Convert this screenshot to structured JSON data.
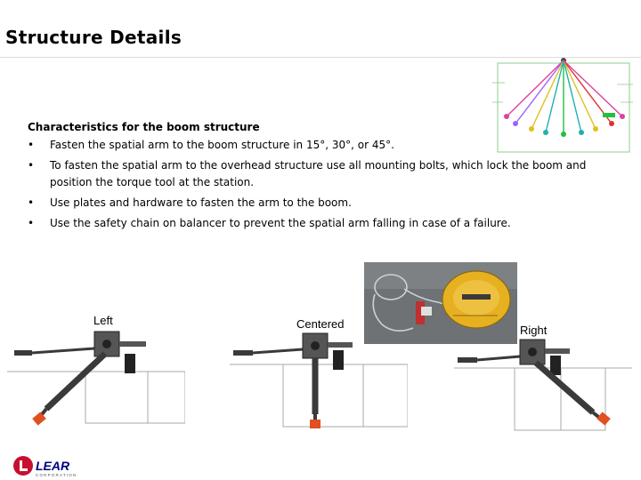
{
  "title": "Structure Details",
  "subhead": "Characteristics for the boom structure",
  "bullet_char": "•",
  "bullets": [
    "Fasten the spatial arm to the boom structure in 15°, 30°, or 45°.",
    "To fasten the spatial arm to the overhead structure use all mounting bolts, which lock the boom and position the torque tool at the station.",
    "Use plates and hardware to fasten the arm to the boom.",
    "Use the safety chain on balancer to prevent the spatial arm falling in case of a failure."
  ],
  "positions": {
    "left": "Left",
    "centered": "Centered",
    "right": "Right"
  },
  "logo": {
    "text": "LEAR",
    "subtext": "CORPORATION"
  },
  "colors": {
    "arm": "#3a3a3a",
    "tool_tip": "#e05020",
    "structure_line": "#aaaaaa",
    "balancer": "#e8b020"
  }
}
